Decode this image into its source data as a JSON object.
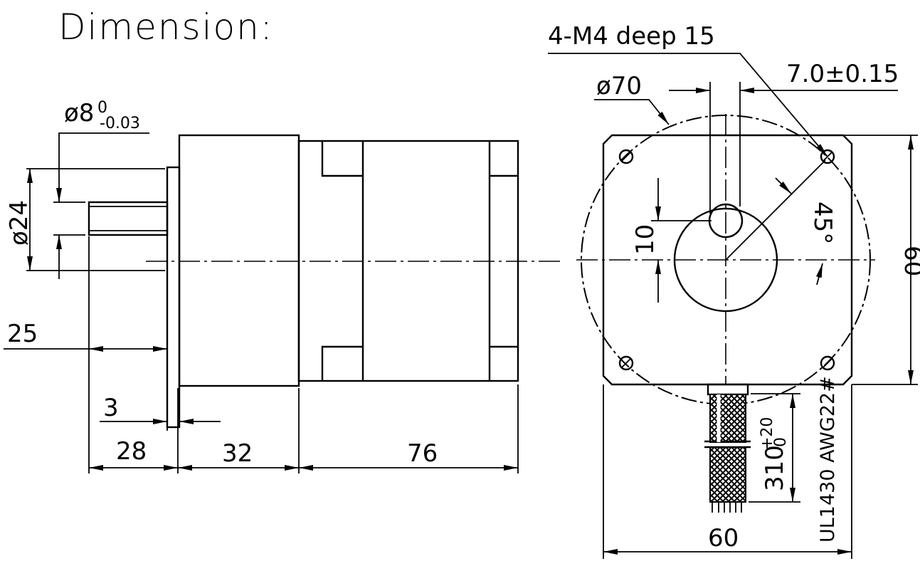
{
  "title": "Dimension:",
  "left_view": {
    "shaft_dia": "ø8",
    "shaft_tol_upper": "0",
    "shaft_tol_lower": "-0.03",
    "pilot_dia": "ø24",
    "shaft_length": "25",
    "flange_thickness": "3",
    "gear_length_1": "28",
    "gear_length_2": "32",
    "motor_length": "76"
  },
  "right_view": {
    "holes": "4-M4 deep 15",
    "bolt_circle": "ø70",
    "flat": "7.0±0.15",
    "offset": "10",
    "angle": "45°",
    "height": "60",
    "width": "60",
    "cable_length": "310",
    "cable_tol_upper": "+20",
    "cable_tol_lower": "0",
    "cable_spec": "UL1430 AWG22#"
  }
}
